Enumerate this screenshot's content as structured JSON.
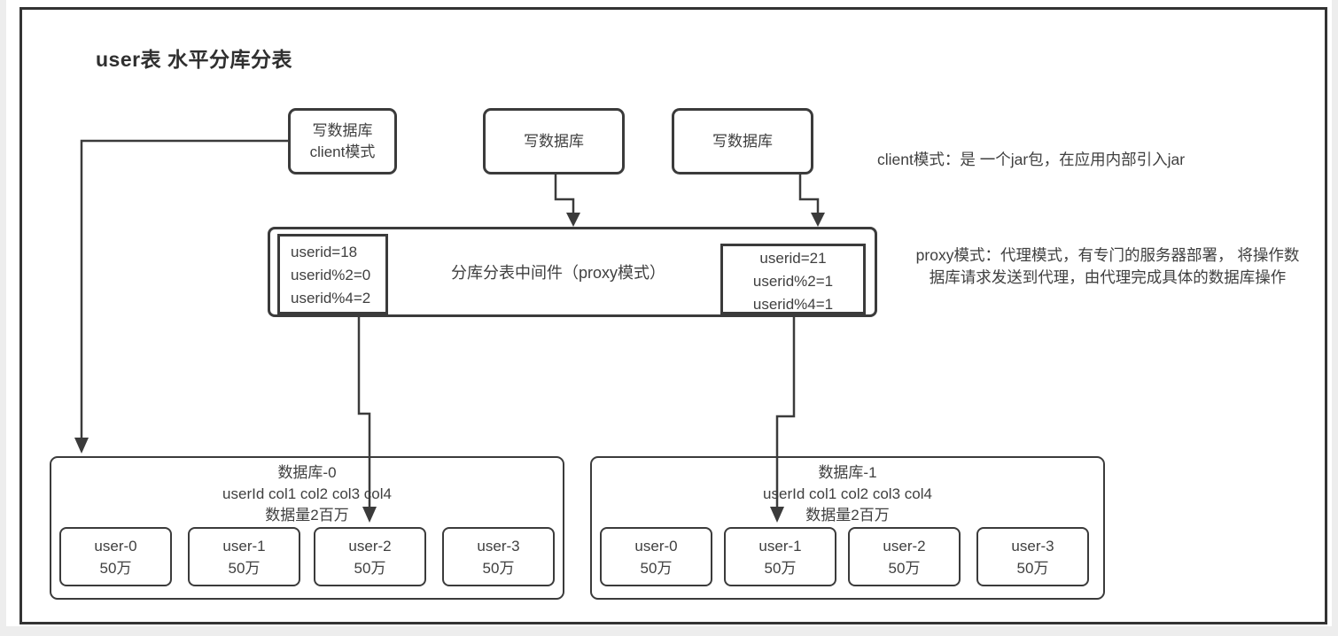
{
  "title": "user表 水平分库分表",
  "top_boxes": {
    "client": {
      "line1": "写数据库",
      "line2": "client模式"
    },
    "middle": {
      "label": "写数据库"
    },
    "right": {
      "label": "写数据库"
    }
  },
  "middleware": {
    "label": "分库分表中间件（proxy模式）",
    "left_route": {
      "line1": "userid=18",
      "line2": "userid%2=0",
      "line3": "userid%4=2"
    },
    "right_route": {
      "line1": "userid=21",
      "line2": "userid%2=1",
      "line3": "userid%4=1"
    }
  },
  "notes": {
    "client": "client模式：是 一个jar包，在应用内部引入jar",
    "proxy_line1": "proxy模式：代理模式，有专门的服务器部署， 将操作数",
    "proxy_line2": "据库请求发送到代理，由代理完成具体的数据库操作"
  },
  "databases": [
    {
      "name": "数据库-0",
      "schema": "userId col1 col2 col3 col4",
      "volume": "数据量2百万",
      "tables": [
        {
          "name": "user-0",
          "size": "50万"
        },
        {
          "name": "user-1",
          "size": "50万"
        },
        {
          "name": "user-2",
          "size": "50万"
        },
        {
          "name": "user-3",
          "size": "50万"
        }
      ]
    },
    {
      "name": "数据库-1",
      "schema": "userId col1 col2 col3 col4",
      "volume": "数据量2百万",
      "tables": [
        {
          "name": "user-0",
          "size": "50万"
        },
        {
          "name": "user-1",
          "size": "50万"
        },
        {
          "name": "user-2",
          "size": "50万"
        },
        {
          "name": "user-3",
          "size": "50万"
        }
      ]
    }
  ],
  "connectors": [
    {
      "name": "client-to-db0",
      "route": "client box left edge → down → top of 数据库-0"
    },
    {
      "name": "write-mid-to-middleware",
      "route": "middle 写数据库 → middleware top"
    },
    {
      "name": "write-right-to-middleware",
      "route": "right 写数据库 → middleware top"
    },
    {
      "name": "userid18-to-user2",
      "route": "userid=18 box → user-2 of 数据库-0"
    },
    {
      "name": "userid21-to-user1",
      "route": "userid=21 box → user-1 of 数据库-1"
    }
  ],
  "colors": {
    "line": "#3b3b3b",
    "text": "#3f3f3f",
    "frame": "#333333",
    "background": "#ffffff"
  }
}
